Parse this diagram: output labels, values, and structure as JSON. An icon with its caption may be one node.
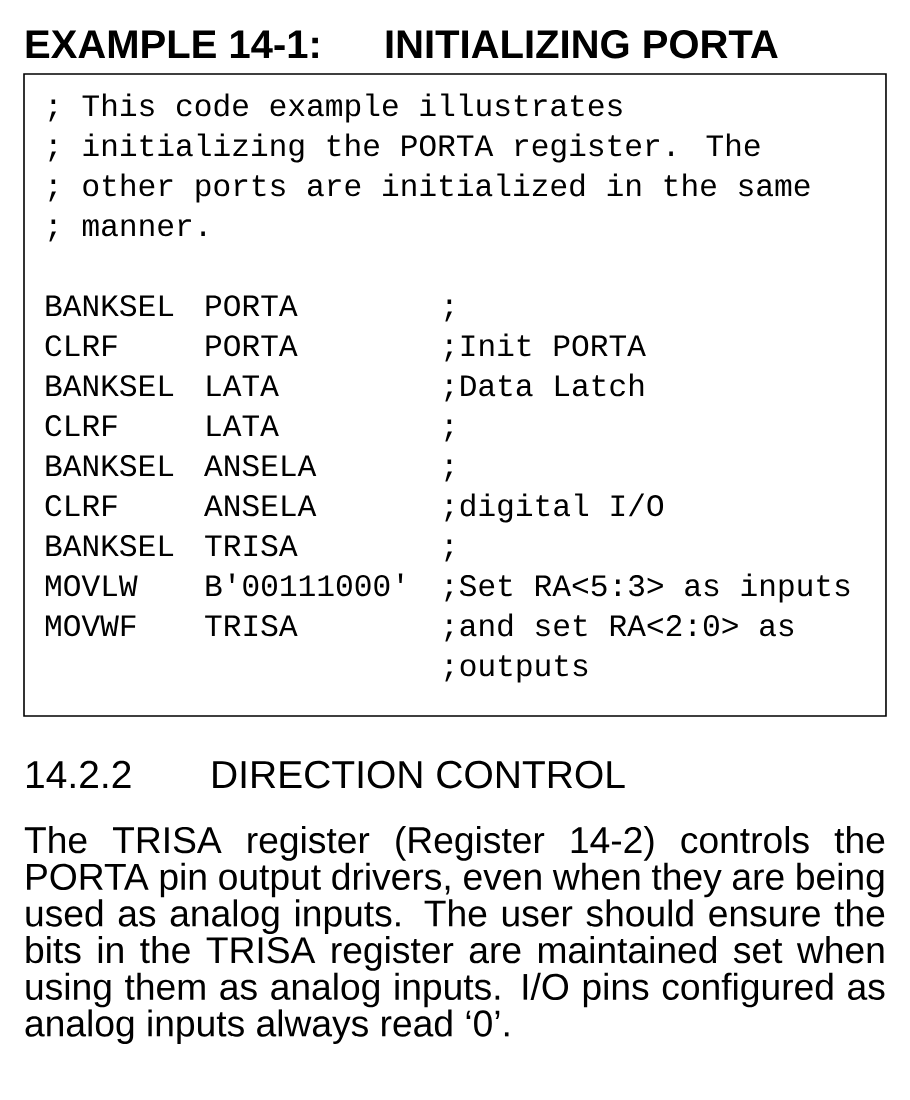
{
  "diagram": {
    "nodes": [
      {
        "text": [
          "; This code example illustrates",
          "; initializing the PORTA register. The",
          "; other ports are initialized in the same",
          "; manner.",
          "BANKSEL",
          "PORTA",
          ";",
          "CLRF",
          "PORTA",
          ";Init PORTA",
          "BANKSEL",
          "LATA",
          ";Data Latch",
          "CLRF",
          "LATA",
          ";",
          "BANKSEL",
          "ANSELA",
          ";",
          "CLRF",
          "ANSELA",
          ";digital I/O",
          "BANKSEL",
          "TRISA",
          ";",
          "MOVLW",
          "B'00111000'",
          ";Set RA<5:3> as inputs",
          "MOVWF",
          "TRISA",
          ";and set RA<2:0> as ;outputs"
        ]
      }
    ],
    "labels": [
      "EXAMPLE 14-1:",
      "INITIALIZING PORTA",
      "14.2.2",
      "DIRECTION CONTROL",
      "The TRISA register (Register 14-2) controls the PORTA pin output drivers, even when they are being used as analog inputs. The user should ensure the bits in the TRISA register are maintained set when using them as analog inputs. I/O pins configured as analog inputs always read ‘0’."
    ]
  }
}
